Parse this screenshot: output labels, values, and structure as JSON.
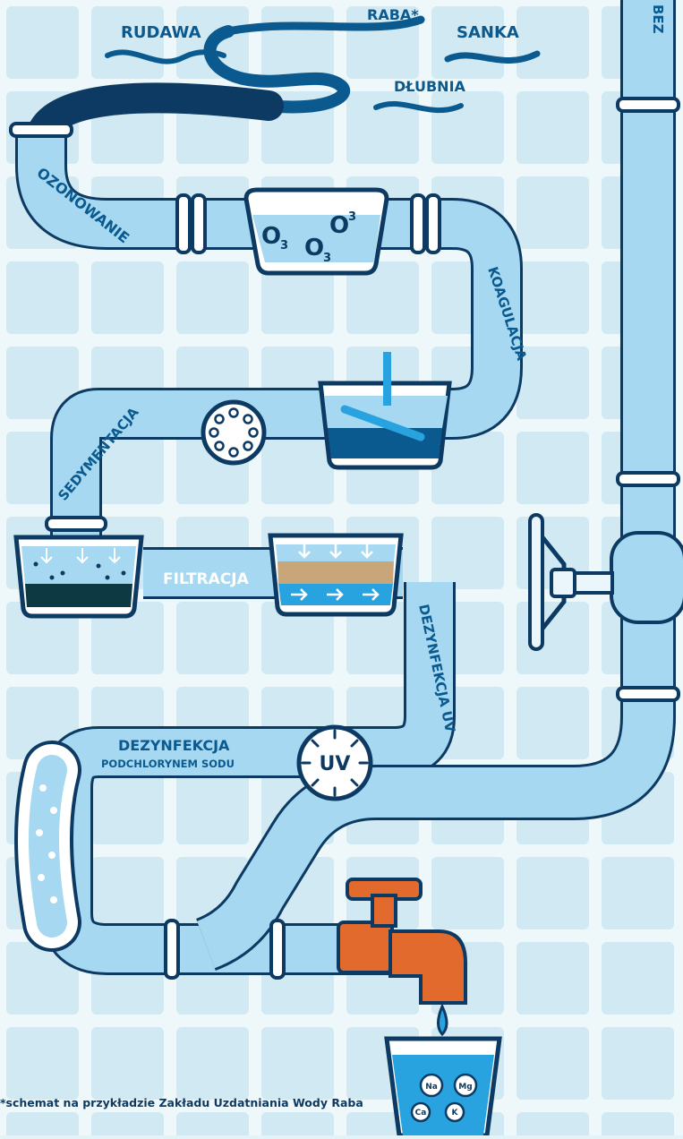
{
  "rivers": {
    "rudawa": "RUDAWA",
    "raba": "RABA*",
    "sanka": "SANKA",
    "dlubnia": "DŁUBNIA"
  },
  "steps": {
    "ozonowanie": "OZONOWANIE",
    "ozone_glyph": "O",
    "ozone_sub": "3",
    "koagulacja": "KOAGULACJA",
    "sedymentacja": "SEDYMENTACJA",
    "filtracja": "FILTRACJA",
    "dezynfekcja_uv": "DEZYNFEKCJA UV",
    "uv_badge": "UV",
    "dezynfekcja_podchlorynem_line1": "DEZYNFEKCJA",
    "dezynfekcja_podchlorynem_line2": "PODCHLORYNEM SODU",
    "vertical_partial": "BEZ"
  },
  "glass_ions": [
    "Na",
    "Mg",
    "Ca",
    "K"
  ],
  "footnote": "*schemat na przykładzie Zakładu Uzdatniania Wody Raba",
  "colors": {
    "water": "#a6d9f1",
    "pipe_outline": "#0d3a63",
    "label": "#0b5a8f",
    "faucet": "#e26a2c",
    "background": "#e4f3f8"
  }
}
